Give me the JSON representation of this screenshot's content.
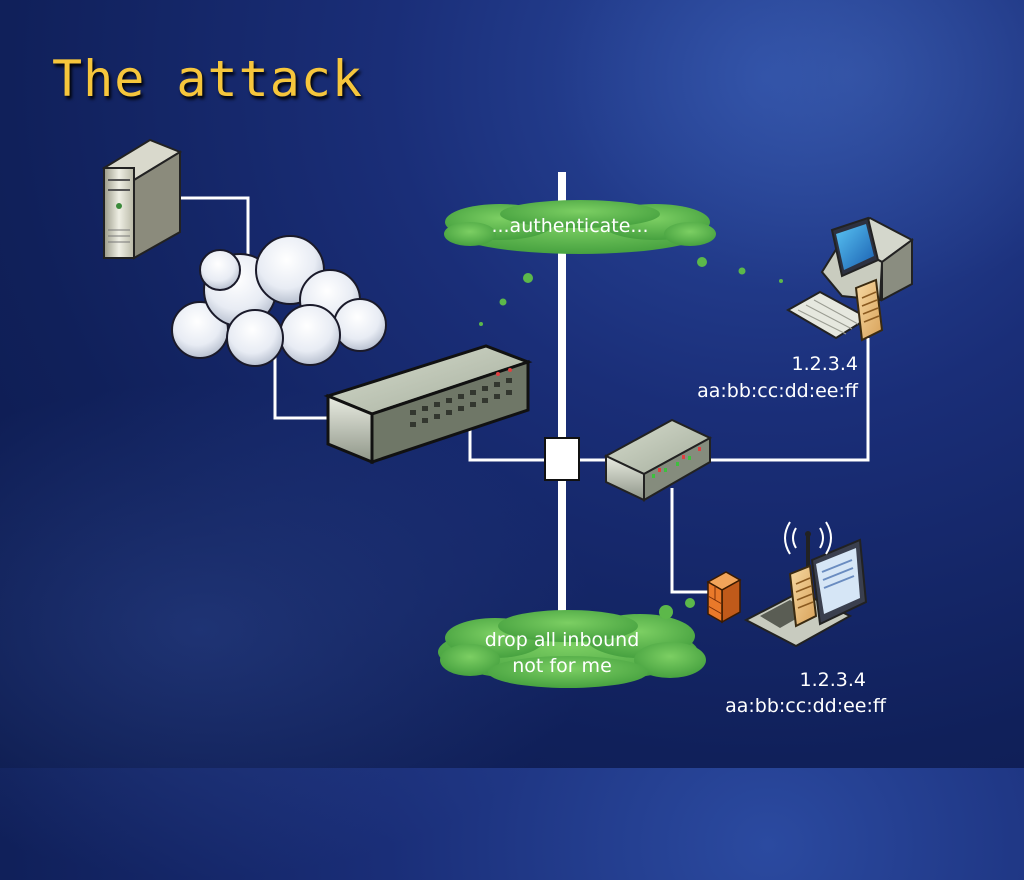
{
  "slide": {
    "title": "The attack"
  },
  "callouts": {
    "top": "...authenticate...",
    "bottom_line1": "drop all inbound",
    "bottom_line2": "not for me"
  },
  "hosts": {
    "desktop": {
      "ip": "1.2.3.4",
      "mac": "aa:bb:cc:dd:ee:ff"
    },
    "laptop": {
      "ip": "1.2.3.4",
      "mac": "aa:bb:cc:dd:ee:ff"
    }
  },
  "colors": {
    "title": "#f6c63c",
    "callout_cloud": "#5cb84a",
    "network_line": "#ffffff",
    "background": "#1a2e78"
  },
  "icons": [
    "server-icon",
    "internet-cloud-icon",
    "large-switch-icon",
    "small-hub-icon",
    "desktop-computer-icon",
    "laptop-wireless-icon",
    "firewall-icon",
    "document-icon"
  ]
}
